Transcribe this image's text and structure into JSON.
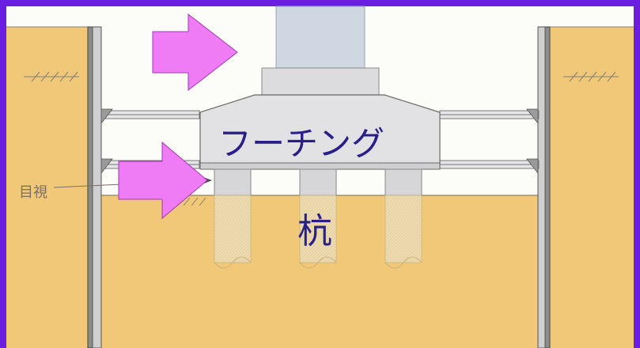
{
  "labels": {
    "footing": "フーチング",
    "pile": "杭",
    "visual_inspection": "目視"
  },
  "colors": {
    "frame": "#6a1fe0",
    "background": "#fcfcf8",
    "soil": "#f0c877",
    "concrete": "#e2e2e4",
    "column": "#cfd8e2",
    "arrow": "#f07cf5",
    "label_text": "#2a1f8a"
  },
  "icons": [
    "ground-level-hatch-icon",
    "arrow-right-icon"
  ]
}
